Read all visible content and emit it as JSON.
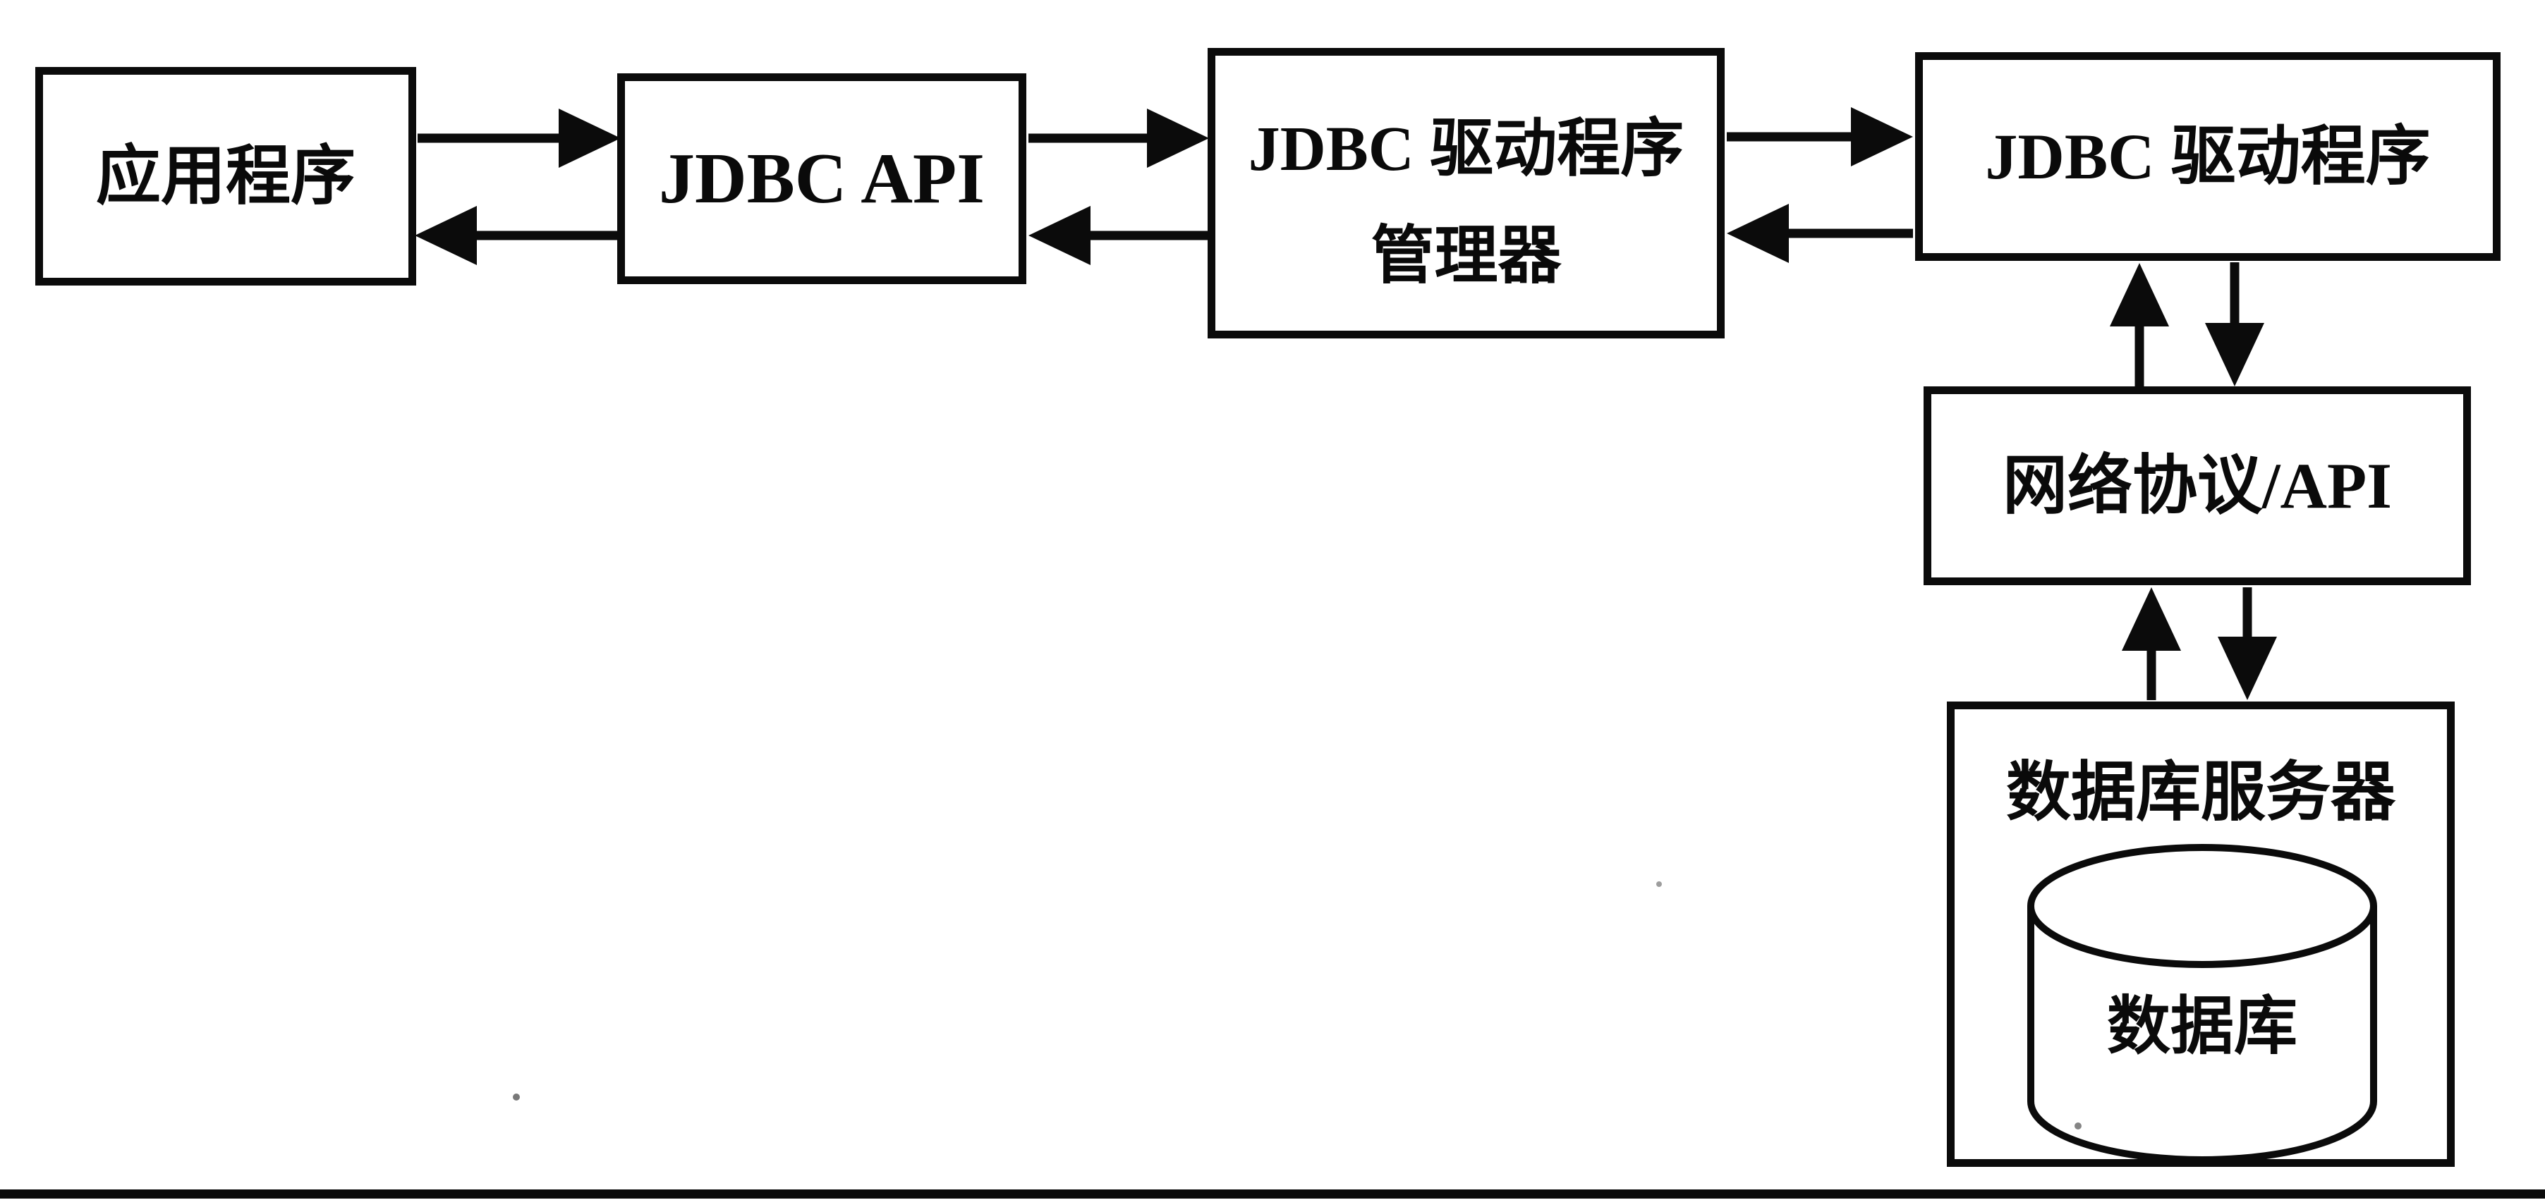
{
  "nodes": {
    "application": {
      "label": "应用程序"
    },
    "jdbc_api": {
      "label": "JDBC API"
    },
    "driver_manager": {
      "line1": "JDBC 驱动程序",
      "line2": "管理器"
    },
    "jdbc_driver": {
      "label": "JDBC 驱动程序"
    },
    "network_protocol": {
      "label": "网络协议/API"
    },
    "database_server": {
      "label": "数据库服务器"
    },
    "database": {
      "label": "数据库"
    }
  },
  "colors": {
    "ink": "#0b0b0b",
    "background": "#ffffff"
  }
}
